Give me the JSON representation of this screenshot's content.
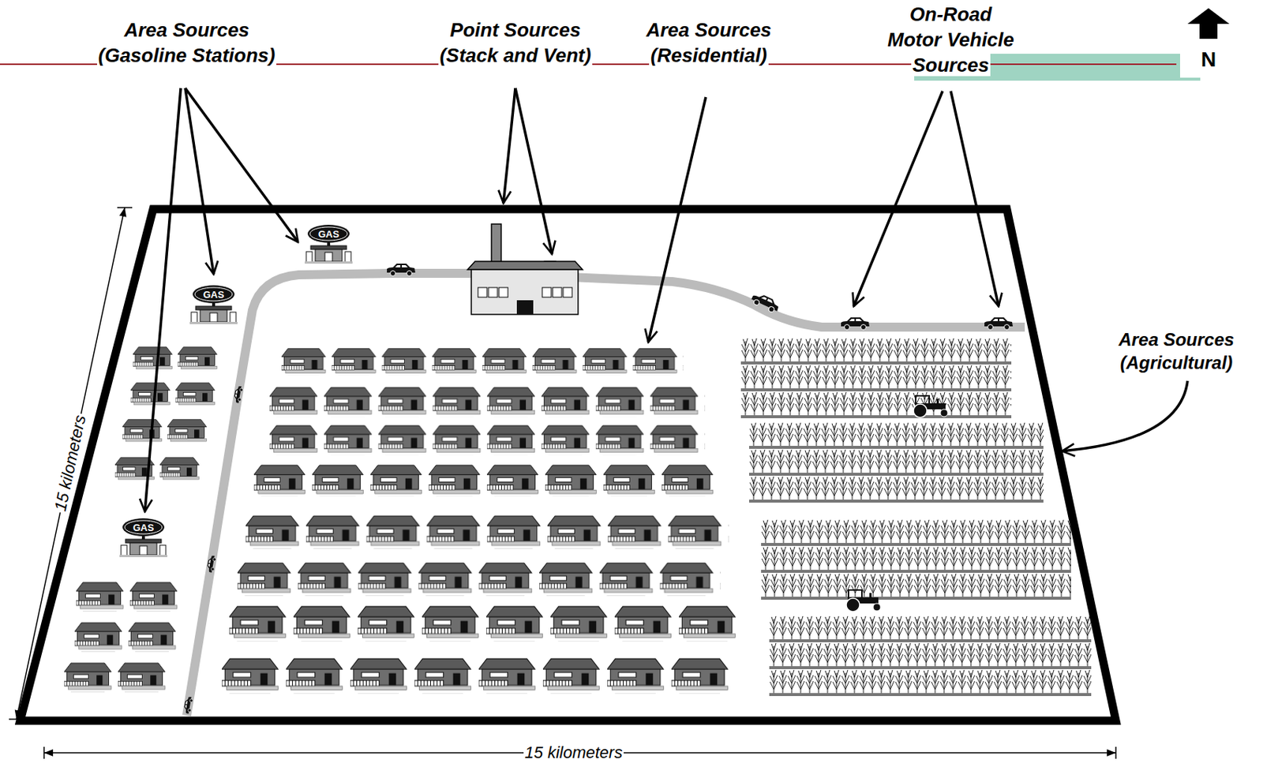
{
  "diagram": {
    "nodes": [
      {
        "text": [
          "GAS"
        ]
      },
      {
        "text": [
          "GAS"
        ]
      },
      {
        "text": [
          "GAS"
        ]
      }
    ],
    "labels": [
      "Area Sources (Gasoline Stations)",
      "Point Sources (Stack and Vent)",
      "Area Sources (Residential)",
      "On-Road Motor Vehicle Sources",
      "N",
      "Area Sources (Agricultural)",
      "15 kilometers",
      "15 kilometers"
    ]
  }
}
